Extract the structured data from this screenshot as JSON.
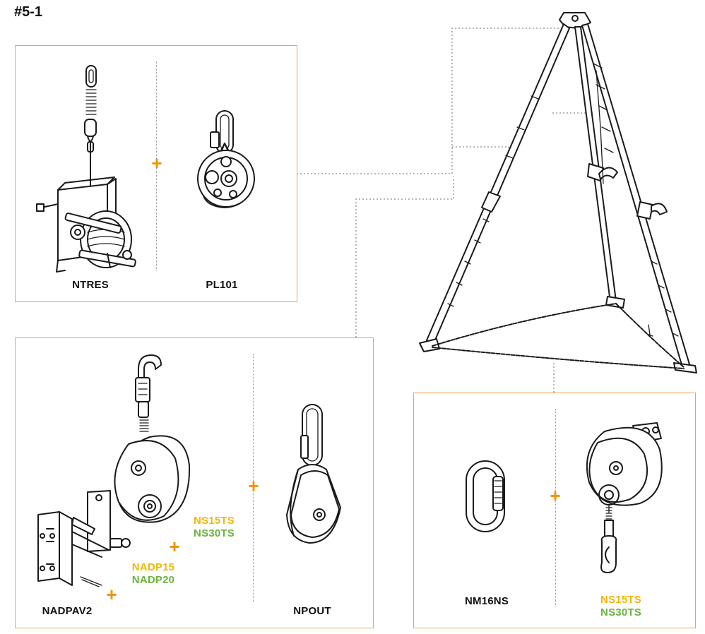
{
  "figure_id": "#5-1",
  "accent_colors": {
    "box_border": "#f0a054",
    "plus": "#f39200",
    "code_yellow": "#f2b705",
    "code_green": "#6cb33f"
  },
  "icons": [
    "winch-icon",
    "pulley-icon",
    "tripod-icon",
    "retractable-lifeline-icon",
    "anchor-bracket-icon",
    "pulley-block-icon",
    "carabiner-icon",
    "plus-icon"
  ],
  "box1": {
    "items": [
      {
        "label": "NTRES"
      },
      {
        "label": "PL101"
      }
    ]
  },
  "box2": {
    "items": [
      {
        "label": "NADPAV2"
      },
      {
        "label": "NPOUT"
      }
    ],
    "bracket_codes": [
      "NADP15",
      "NADP20"
    ],
    "device_codes": [
      "NS15TS",
      "NS30TS"
    ]
  },
  "box3": {
    "items": [
      {
        "label": "NM16NS"
      }
    ],
    "device_codes": [
      "NS15TS",
      "NS30TS"
    ]
  }
}
